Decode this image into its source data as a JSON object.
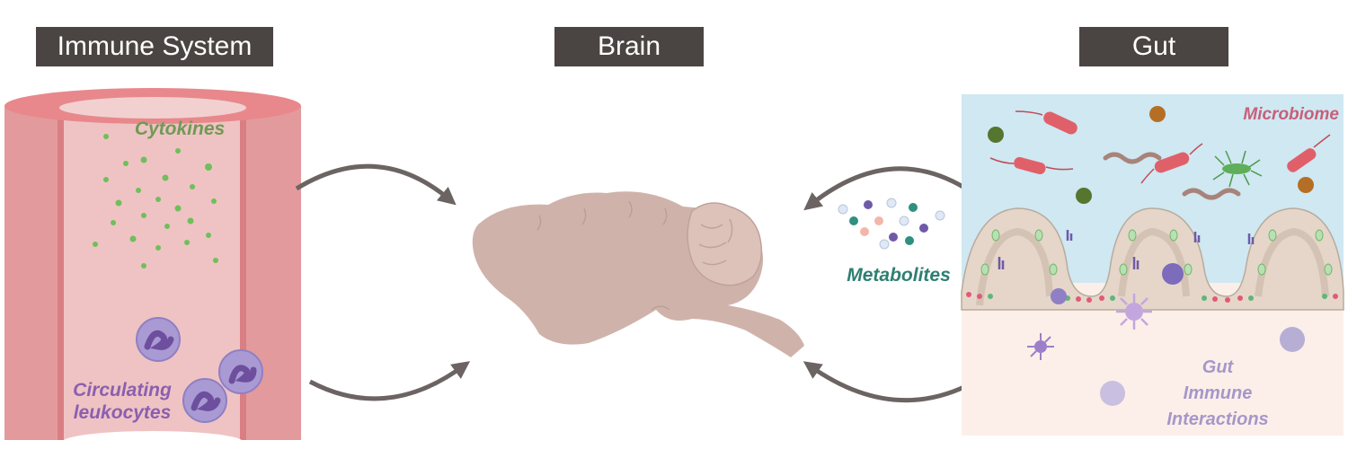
{
  "headers": {
    "immune": "Immune System",
    "brain": "Brain",
    "gut": "Gut"
  },
  "labels": {
    "cytokines": "Cytokines",
    "leukocytes_line1": "Circulating",
    "leukocytes_line2": "leukocytes",
    "microbiome": "Microbiome",
    "metabolites": "Metabolites",
    "gut_immune_line1": "Gut",
    "gut_immune_line2": "Immune",
    "gut_immune_line3": "Interactions"
  },
  "colors": {
    "header_bg": "#4a4442",
    "vessel": "#e39a9c",
    "vessel_inner": "#efc3c3",
    "cytokine": "#6fbf5a",
    "leukocyte": "#8f7fc4",
    "arrow": "#6b6462",
    "brain": "#cfb3ab",
    "gut_lumen": "#cfe8f2",
    "gut_tissue": "#fcefe9"
  }
}
